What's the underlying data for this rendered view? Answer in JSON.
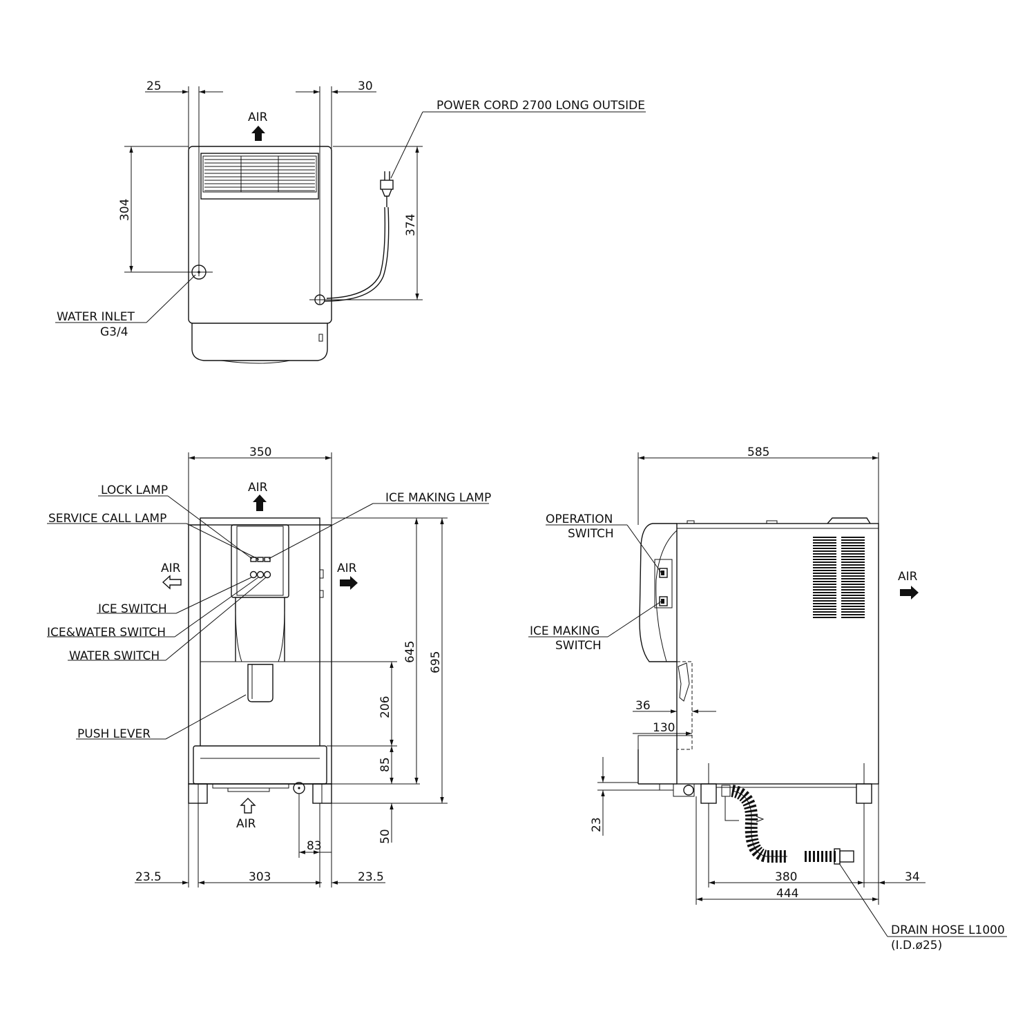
{
  "top_view": {
    "dim_left_offset": "25",
    "dim_right_offset": "30",
    "dim_inlet_depth": "304",
    "dim_cord_depth": "374",
    "air_label": "AIR",
    "power_cord_label": "POWER CORD 2700 LONG OUTSIDE",
    "water_inlet_label": "WATER INLET",
    "water_inlet_size": "G3/4"
  },
  "front_view": {
    "dim_width": "350",
    "dim_height_body": "645",
    "dim_height_total": "695",
    "dim_dispense_height": "206",
    "dim_tray_height": "85",
    "dim_feet_height": "50",
    "dim_drain_offset": "83",
    "dim_left_foot": "23.5",
    "dim_feet_span": "303",
    "dim_right_foot": "23.5",
    "air_top": "AIR",
    "air_left": "AIR",
    "air_right": "AIR",
    "air_bottom": "AIR",
    "lock_lamp": "LOCK LAMP",
    "service_call_lamp": "SERVICE CALL LAMP",
    "ice_making_lamp": "ICE MAKING LAMP",
    "ice_switch": "ICE SWITCH",
    "ice_water_switch": "ICE&WATER SWITCH",
    "water_switch": "WATER SWITCH",
    "push_lever": "PUSH LEVER"
  },
  "side_view": {
    "dim_depth": "585",
    "dim_36": "36",
    "dim_130": "130",
    "dim_23": "23",
    "dim_380": "380",
    "dim_444": "444",
    "dim_34": "34",
    "air_label": "AIR",
    "operation_switch_1": "OPERATION",
    "operation_switch_2": "SWITCH",
    "ice_making_switch_1": "ICE MAKING",
    "ice_making_switch_2": "SWITCH",
    "drain_hose_1": "DRAIN HOSE L1000",
    "drain_hose_2": "(I.D.ø25)"
  }
}
